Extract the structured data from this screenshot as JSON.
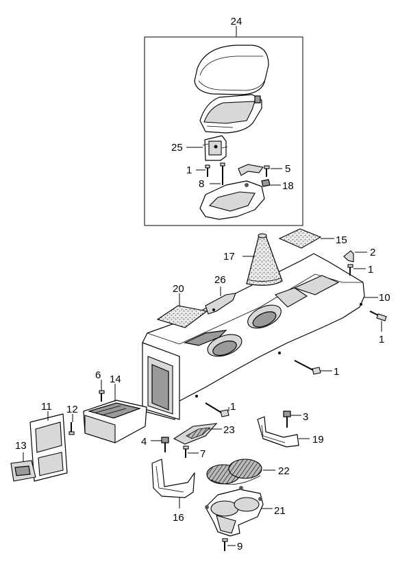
{
  "callouts": {
    "c24": "24",
    "c25": "25",
    "c1a": "1",
    "c8": "8",
    "c5": "5",
    "c18": "18",
    "c15": "15",
    "c2": "2",
    "c1b": "1",
    "c17": "17",
    "c10": "10",
    "c1c": "1",
    "c20": "20",
    "c26": "26",
    "c1d": "1",
    "c6": "6",
    "c14": "14",
    "c1e": "1",
    "c11": "11",
    "c12": "12",
    "c3": "3",
    "c4": "4",
    "c23": "23",
    "c19": "19",
    "c13": "13",
    "c7": "7",
    "c22": "22",
    "c16": "16",
    "c21": "21",
    "c9": "9"
  }
}
